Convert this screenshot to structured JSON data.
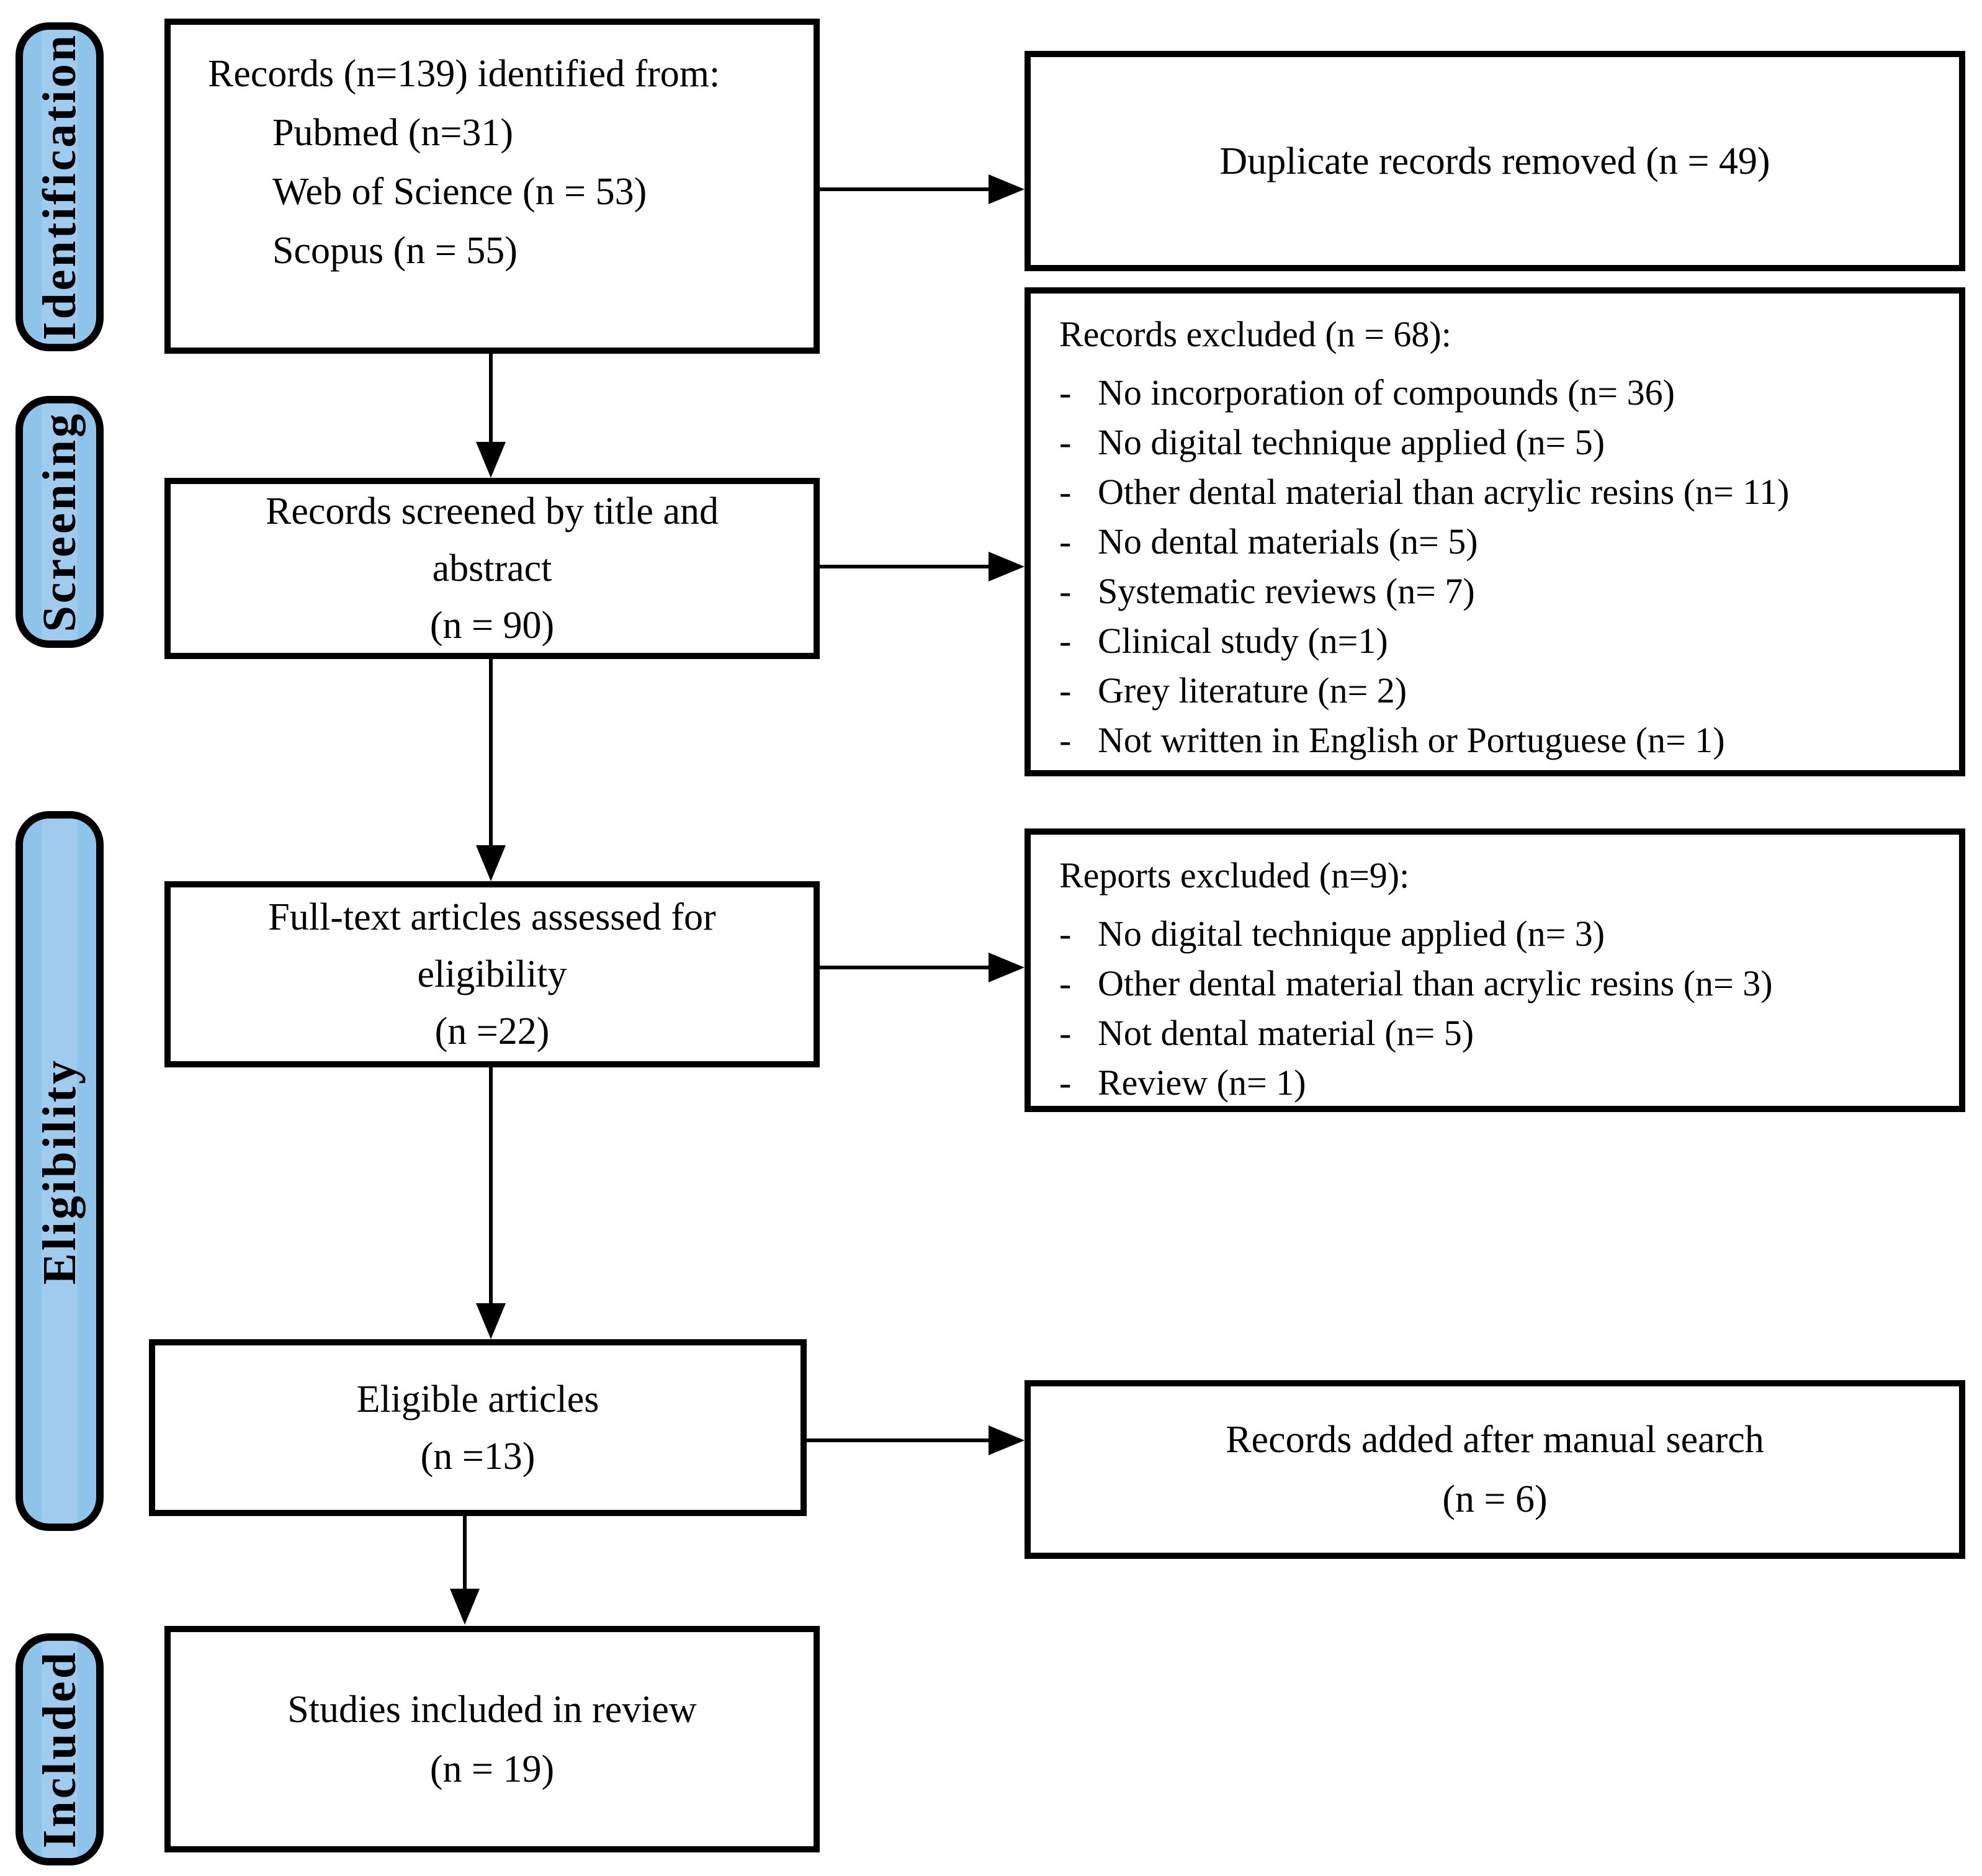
{
  "sidebar": {
    "stages": [
      "Identification",
      "Screening",
      "Eligibility",
      "Included"
    ]
  },
  "flow": {
    "identified": {
      "title": "Records (n=139) identified from:",
      "sources": [
        "Pubmed (n=31)",
        "Web of Science (n = 53)",
        "Scopus (n = 55)"
      ]
    },
    "screened": {
      "lines": [
        "Records screened by title and",
        "abstract",
        "(n = 90)"
      ]
    },
    "fulltext": {
      "lines": [
        "Full-text articles assessed for",
        "eligibility",
        "(n =22)"
      ]
    },
    "eligible": {
      "lines": [
        "Eligible articles",
        "(n =13)"
      ]
    },
    "included": {
      "lines": [
        "Studies included in review",
        "(n = 19)"
      ]
    }
  },
  "side_boxes": {
    "duplicates": {
      "text": "Duplicate records removed (n = 49)"
    },
    "records_excluded": {
      "title": "Records excluded (n = 68):",
      "bullet": "-",
      "items": [
        "No incorporation of compounds (n= 36)",
        "No digital technique applied (n= 5)",
        "Other dental material than acrylic resins (n= 11)",
        "No dental materials (n= 5)",
        "Systematic reviews (n= 7)",
        "Clinical study (n=1)",
        "Grey literature (n= 2)",
        "Not written in English or Portuguese (n= 1)"
      ]
    },
    "reports_excluded": {
      "title": "Reports excluded (n=9):",
      "bullet": "-",
      "items": [
        "No digital technique applied (n= 3)",
        "Other dental material than acrylic resins (n= 3)",
        "Not dental material (n= 5)",
        "Review (n= 1)"
      ]
    },
    "manual_search": {
      "lines": [
        "Records added after manual search",
        "(n = 6)"
      ]
    }
  },
  "colors": {
    "stage_fill_center": "#9fccee",
    "stage_fill_edge": "#8ec4ea",
    "outline": "#000000",
    "box_background": "#ffffff",
    "text": "#000000"
  }
}
